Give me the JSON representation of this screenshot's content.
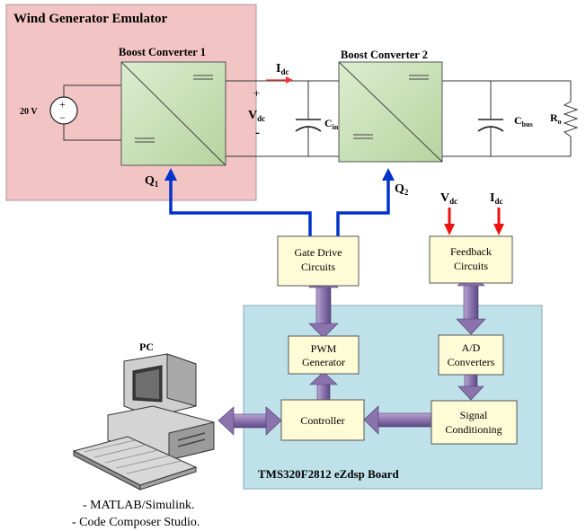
{
  "emulator": {
    "title": "Wind Generator Emulator",
    "color": "#f2c4c3"
  },
  "source": {
    "label": "20 V",
    "plus": "+",
    "minus": "−"
  },
  "converter1": {
    "label": "Boost Converter 1",
    "switch": "Q",
    "switch_sub": "1"
  },
  "converter2": {
    "label": "Boost Converter 2",
    "switch": "Q",
    "switch_sub": "2"
  },
  "current": {
    "symbol": "I",
    "sub": "dc"
  },
  "voltage": {
    "symbol": "V",
    "sub": "dc",
    "plus": "+",
    "minus": "-"
  },
  "cin": {
    "symbol": "C",
    "sub": "in"
  },
  "cbus": {
    "symbol": "C",
    "sub": "bus"
  },
  "load": {
    "symbol": "R",
    "sub": "o"
  },
  "feedback_inputs": {
    "v": {
      "symbol": "V",
      "sub": "dc"
    },
    "i": {
      "symbol": "I",
      "sub": "dc"
    }
  },
  "blocks": {
    "gate_drive": [
      "Gate Drive",
      "Circuits"
    ],
    "feedback": [
      "Feedback",
      "Circuits"
    ],
    "pwm": [
      "PWM",
      "Generator"
    ],
    "adc": [
      "A/D",
      "Converters"
    ],
    "controller": [
      "Controller"
    ],
    "signal": [
      "Signal",
      "Conditioning"
    ]
  },
  "board": {
    "label": "TMS320F2812 eZdsp Board",
    "color": "#bfe2ea"
  },
  "pc": {
    "label": "PC",
    "software": [
      "- MATLAB/Simulink.",
      "- Code Composer Studio."
    ]
  },
  "colors": {
    "converter_fill": "#c5dfb4",
    "block_fill": "#fefcd6",
    "signal_arrow": "#0033cc",
    "feedback_arrow": "#ee1111",
    "bus_arrow": "#8c76ae",
    "current_arrow": "#ff3333"
  }
}
